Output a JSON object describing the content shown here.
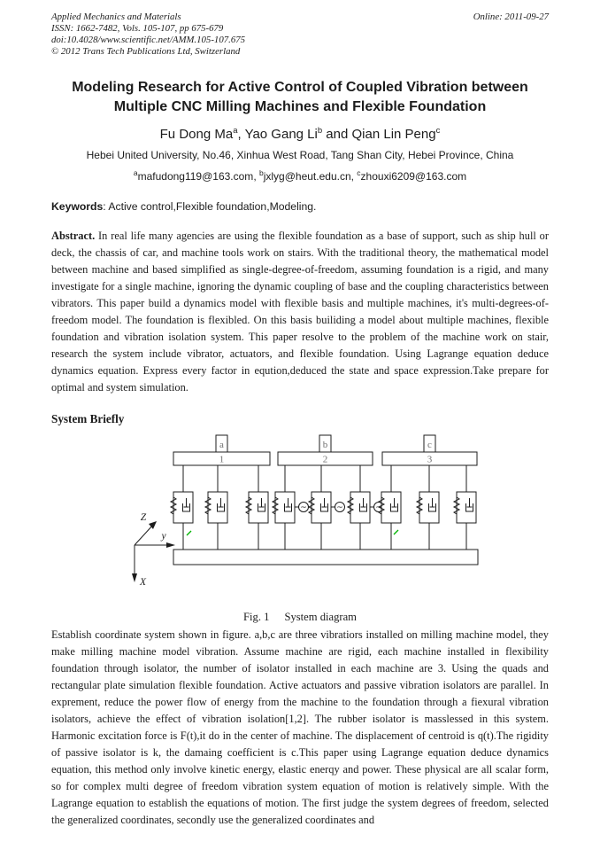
{
  "header": {
    "journal": "Applied Mechanics and Materials",
    "online": "Online: 2011-09-27",
    "issn": "ISSN: 1662-7482, Vols. 105-107, pp 675-679",
    "doi": "doi:10.4028/www.scientific.net/AMM.105-107.675",
    "copyright": "© 2012 Trans Tech Publications Ltd, Switzerland"
  },
  "title": "Modeling Research for Active Control of Coupled Vibration between Multiple CNC Milling Machines and Flexible Foundation",
  "authors": [
    {
      "name": "Fu Dong Ma",
      "sup": "a",
      "sep": ", "
    },
    {
      "name": "Yao Gang Li",
      "sup": "b",
      "sep": " and "
    },
    {
      "name": "Qian Lin Peng",
      "sup": "c",
      "sep": ""
    }
  ],
  "affiliation": "Hebei United University, No.46, Xinhua West Road, Tang Shan City, Hebei Province, China",
  "emails": [
    {
      "sup": "a",
      "text": "mafudong119@163.com",
      "sep": ", "
    },
    {
      "sup": "b",
      "text": "jxlyg@heut.edu.cn",
      "sep": ", "
    },
    {
      "sup": "c",
      "text": "zhouxi6209@163.com",
      "sep": ""
    }
  ],
  "keywords": {
    "label": "Keywords",
    "text": ": Active control,Flexible foundation,Modeling."
  },
  "abstract": {
    "label": "Abstract.",
    "text": " In real life many agencies are using the flexible foundation as a base of support, such as ship hull or deck, the chassis of car, and machine tools work on stairs. With the traditional theory, the mathematical model between machine and based simplified as single-degree-of-freedom, assuming foundation is a rigid, and many investigate for a single machine, ignoring the dynamic coupling of base and the coupling characteristics between vibrators. This paper build a dynamics model with flexible basis and multiple machines, it's multi-degrees-of-freedom model. The foundation is flexibled. On this basis builiding a model about multiple machines, flexible foundation and vibration isolation system. This paper resolve to the problem of the machine work on stair, research the system include vibrator, actuators, and flexible foundation. Using Lagrange equation deduce dynamics equation. Express every factor in eqution,deduced the state and space expression.Take prepare for optimal and system simulation."
  },
  "section_heading": "System Briefly",
  "figure": {
    "caption_fig": "Fig. 1",
    "caption_title": "System diagram",
    "vibrator_labels": [
      "a",
      "b",
      "c"
    ],
    "plate_labels": [
      "1",
      "2",
      "3"
    ],
    "axis_z": "Z",
    "axis_y": "y",
    "axis_x": "X",
    "actuator_symbol": "~",
    "green_mark_color": "#00b400"
  },
  "paragraph": "Establish coordinate system shown in figure. a,b,c are three vibratiors installed on milling machine model, they make milling machine model vibration. Assume machine are rigid, each machine installed in flexibility foundation through isolator, the number of isolator installed in each machine are 3. Using the quads and rectangular plate simulation flexible foundation. Active actuators and passive vibration isolators are parallel. In exprement, reduce the power flow of energy from the machine to the foundation through a fiexural vibration isolators, achieve the effect of vibration isolation[1,2]. The rubber isolator is masslessed in this system. Harmonic excitation force is F(t),it do in the center of machine. The displacement of centroid is q(t).The rigidity of passive isolator is k, the damaing coefficient is c.This paper using Lagrange equation deduce dynamics equation, this method only involve kinetic energy, elastic enerqy and power. These physical are all scalar form, so for complex multi degree of freedom vibration system equation of motion is relatively simple. With the Lagrange equation to establish the equations of motion. The first judge the system degrees of freedom, selected the generalized coordinates, secondly use the generalized coordinates and"
}
